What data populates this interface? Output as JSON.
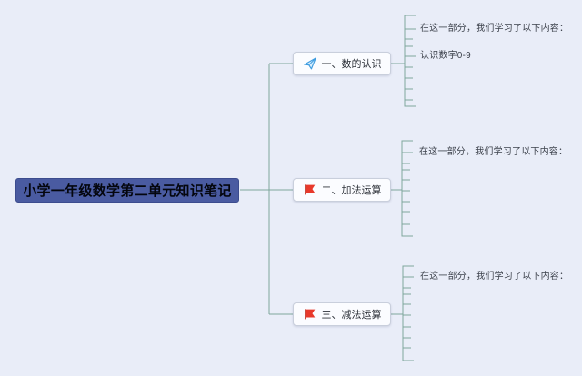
{
  "root": {
    "label": "小学一年级数学第二单元知识笔记"
  },
  "branches": [
    {
      "label": "一、数的认识",
      "icon": "paper-plane-icon",
      "notes": [
        "在这一部分，我们学习了以下内容：",
        "认识数字0-9"
      ]
    },
    {
      "label": "二、加法运算",
      "icon": "red-flag-icon",
      "notes": [
        "在这一部分，我们学习了以下内容："
      ]
    },
    {
      "label": "三、减法运算",
      "icon": "red-flag-icon",
      "notes": [
        "在这一部分，我们学习了以下内容："
      ]
    }
  ],
  "colors": {
    "background": "#e9edf8",
    "connector": "#7ea69c",
    "root_fill": "#4a5ba1",
    "node_border": "#c9cfdc",
    "flag_red": "#e8392b",
    "plane_blue": "#3e9ce0"
  }
}
